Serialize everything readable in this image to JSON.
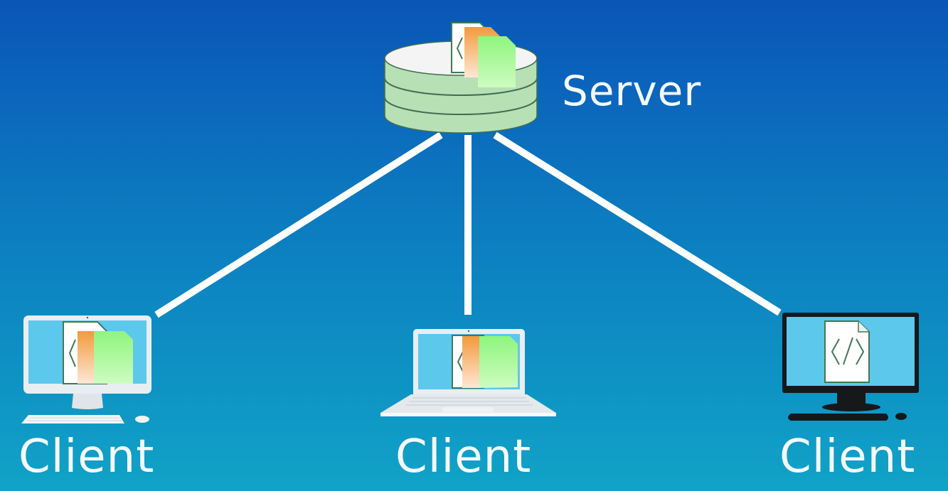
{
  "diagram": {
    "title": "Client-Server Architecture",
    "server": {
      "label": "Server",
      "icon": "database-icon",
      "files": [
        "html-file-icon",
        "css-file-icon",
        "js-file-icon"
      ]
    },
    "clients": [
      {
        "label": "Client",
        "device": "desktop-computer-white",
        "files": [
          "html-file-icon",
          "css-file-icon",
          "js-file-icon"
        ]
      },
      {
        "label": "Client",
        "device": "laptop",
        "files": [
          "html-file-icon",
          "css-file-icon",
          "js-file-icon"
        ]
      },
      {
        "label": "Client",
        "device": "desktop-computer-black",
        "files": [
          "html-file-icon"
        ]
      }
    ],
    "connections": [
      {
        "from": "server",
        "to": "client-1"
      },
      {
        "from": "server",
        "to": "client-2"
      },
      {
        "from": "server",
        "to": "client-3"
      }
    ],
    "colors": {
      "background_top": "#0a55b8",
      "background_bottom": "#10a3c7",
      "connector": "#ffffff",
      "database_body": "#b7e0b4",
      "database_top": "#f4f4f4",
      "file_html": "#ffffff",
      "file_css_top": "#f39a3c",
      "file_js_top": "#90f580",
      "screen": "#5cc8ec"
    }
  }
}
